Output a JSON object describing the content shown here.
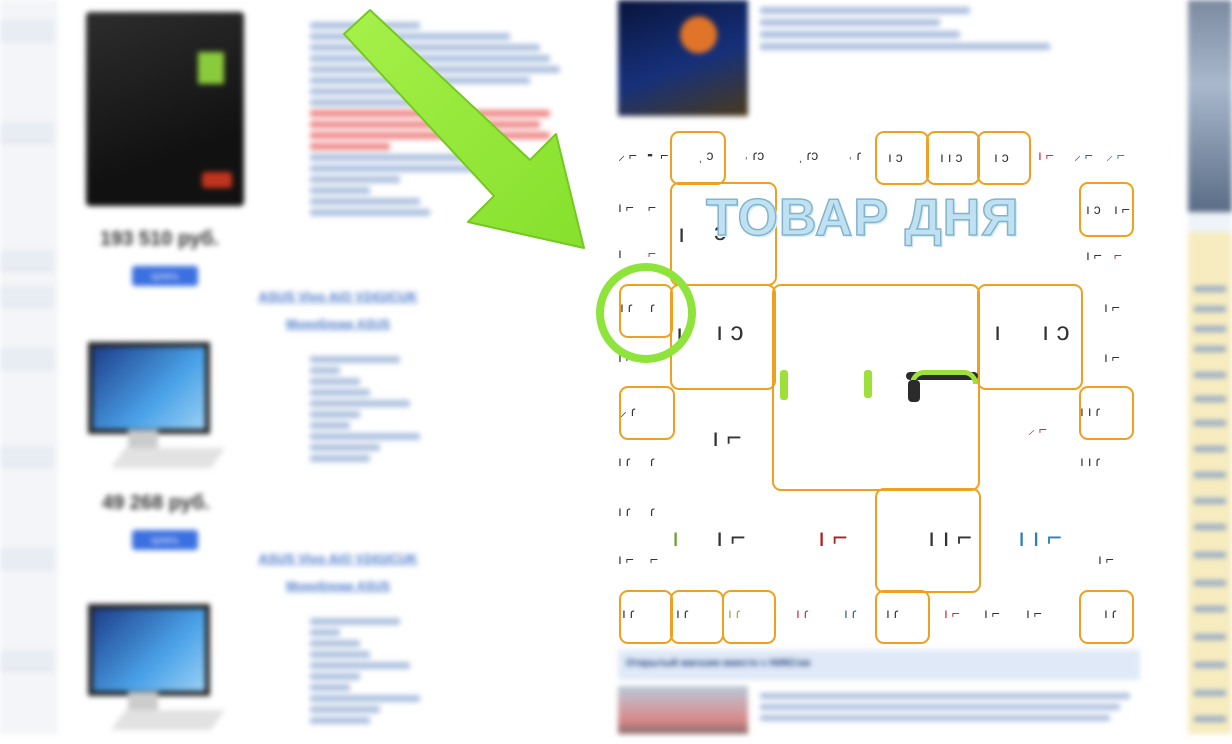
{
  "background_page": {
    "products": [
      {
        "price": "193 510 руб.",
        "buy_label": "купить",
        "link_title": "ASUS Vivo AiO V241ICUK",
        "link_sub": "Моноблоки ASUS"
      },
      {
        "price": "49 268 руб.",
        "buy_label": "купить",
        "link_title": "ASUS Vivo AiO V241ICUK",
        "link_sub": "Моноблоки ASUS"
      }
    ],
    "news_bar_title": "Открытый магазин вместе с НИКСом"
  },
  "overlay": {
    "title": "ТОВАР ДНЯ",
    "arrow_color": "#8fe43c",
    "circle_color": "#8fe43c",
    "box_color": "#f0a020"
  }
}
